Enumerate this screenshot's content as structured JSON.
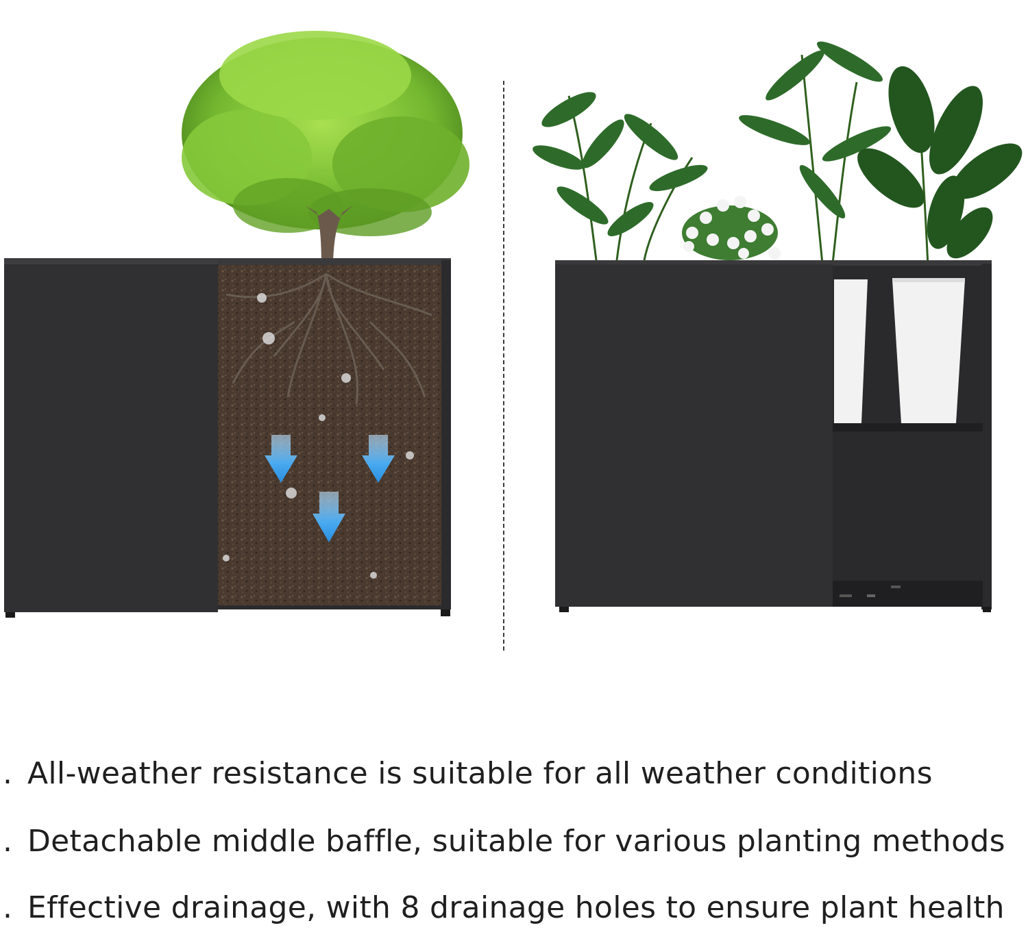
{
  "features": [
    {
      "bullet": ".",
      "text": "All-weather resistance is suitable for all weather conditions"
    },
    {
      "bullet": ".",
      "text": "Detachable middle baffle, suitable for various planting methods"
    },
    {
      "bullet": ".",
      "text": "Effective drainage, with 8 drainage holes to ensure plant health"
    }
  ],
  "colors": {
    "planter_body": "#2b2b2d",
    "planter_panel": "#303032",
    "soil": "#4a3a2f",
    "arrow": "#3aa3ee",
    "foliage": "#7cc23a",
    "pot": "#f2f2f2"
  },
  "icons": [
    "drainage-arrow-icon"
  ]
}
